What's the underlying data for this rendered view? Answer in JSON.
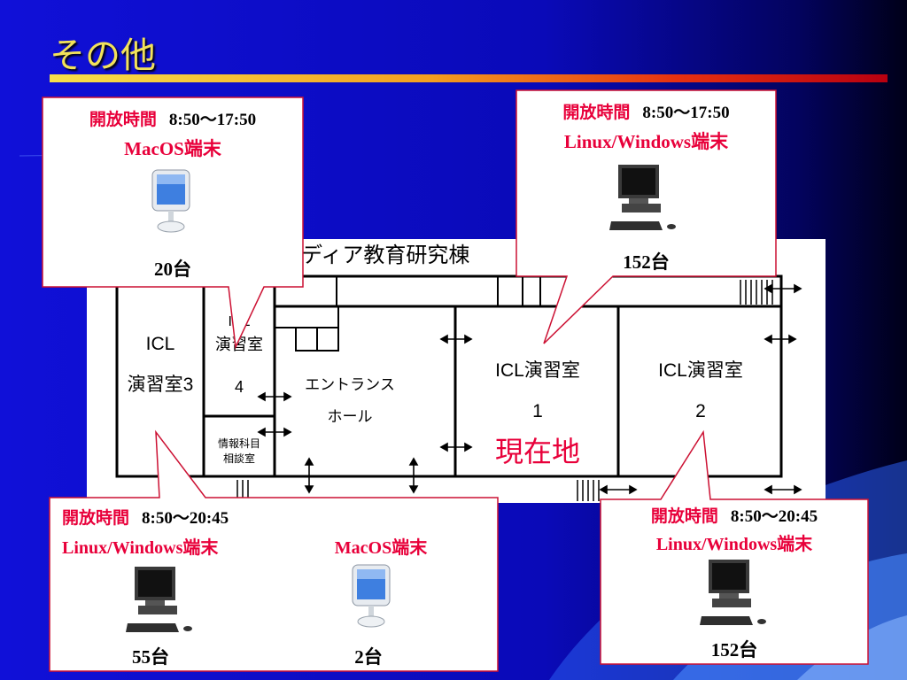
{
  "slide": {
    "title": "その他"
  },
  "floorplan": {
    "building_label": "ディア教育研究棟",
    "room_icl3_name": "ICL",
    "room_icl3_sub": "演習室3",
    "room_icl4_name": "ICL",
    "room_icl4_sub": "演習室",
    "room_icl4_num": "4",
    "entrance_line1": "エントランス",
    "entrance_line2": "ホール",
    "info_room_line1": "情報科目",
    "info_room_line2": "相談室",
    "room_icl1_name": "ICL演習室",
    "room_icl1_num": "1",
    "current_location": "現在地",
    "room_icl2_name": "ICL演習室",
    "room_icl2_num": "2"
  },
  "callouts": {
    "top_left": {
      "hours_label": "開放時間",
      "hours": "8:50～17:50",
      "terminal": "MacOS端末",
      "count": "20台"
    },
    "top_right": {
      "hours_label": "開放時間",
      "hours": "8:50～17:50",
      "terminal": "Linux/Windows端末",
      "count": "152台"
    },
    "bottom_left": {
      "hours_label": "開放時間",
      "hours": "8:50～20:45",
      "terminal_a": "Linux/Windows端末",
      "terminal_b": "MacOS端末",
      "count_a": "55台",
      "count_b": "2台"
    },
    "bottom_right": {
      "hours_label": "開放時間",
      "hours": "8:50～20:45",
      "terminal": "Linux/Windows端末",
      "count": "152台"
    }
  },
  "icons": [
    "imac-computer-icon",
    "desktop-pc-icon"
  ],
  "colors": {
    "accent_red": "#e8003a",
    "title_yellow": "#f2e25a",
    "background_blue": "#0a0ab8"
  }
}
